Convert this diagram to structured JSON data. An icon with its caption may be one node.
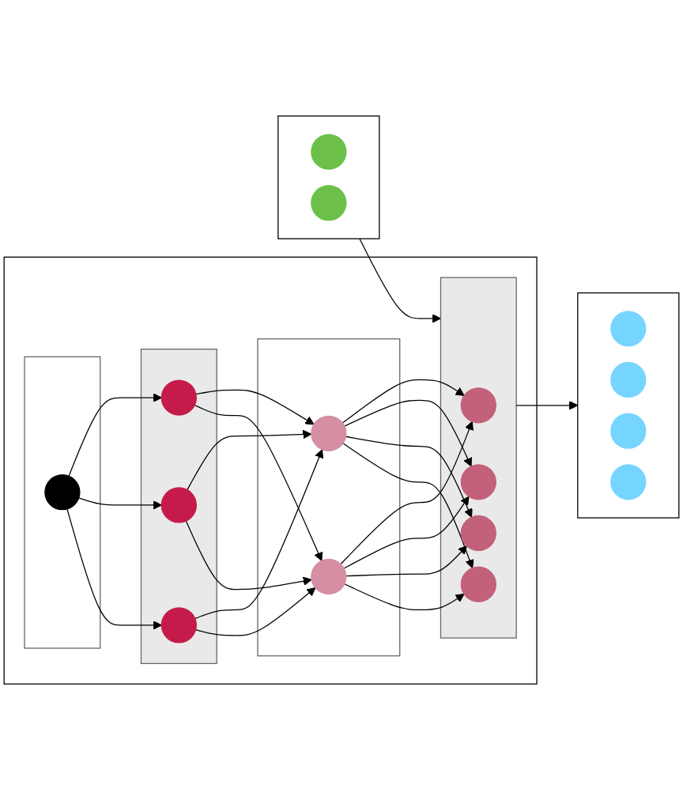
{
  "diagram": {
    "nodes": [
      {
        "text": [],
        "shape": "box"
      },
      {
        "text": [],
        "shape": "box",
        "in": 0
      },
      {
        "text": [],
        "shape": "circle",
        "in": 1
      },
      {
        "text": [],
        "shape": "box",
        "in": 0
      },
      {
        "text": [],
        "shape": "circle",
        "in": 3
      },
      {
        "text": [],
        "shape": "circle",
        "in": 3
      },
      {
        "text": [],
        "shape": "circle",
        "in": 3
      },
      {
        "text": [],
        "shape": "box",
        "in": 0
      },
      {
        "text": [],
        "shape": "circle",
        "in": 7
      },
      {
        "text": [],
        "shape": "circle",
        "in": 7
      },
      {
        "text": [],
        "shape": "box",
        "in": 0
      },
      {
        "text": [],
        "shape": "circle",
        "in": 10
      },
      {
        "text": [],
        "shape": "circle",
        "in": 10
      },
      {
        "text": [],
        "shape": "circle",
        "in": 10
      },
      {
        "text": [],
        "shape": "circle",
        "in": 10
      },
      {
        "text": [],
        "shape": "box"
      },
      {
        "text": [],
        "shape": "circle",
        "in": 15
      },
      {
        "text": [],
        "shape": "circle",
        "in": 15
      },
      {
        "text": [],
        "shape": "circle",
        "in": 15
      },
      {
        "text": [],
        "shape": "circle",
        "in": 15
      },
      {
        "text": [],
        "shape": "box"
      },
      {
        "text": [],
        "shape": "circle",
        "in": 20
      },
      {
        "text": [],
        "shape": "circle",
        "in": 20
      }
    ],
    "edges": [
      {
        "from": 2,
        "to": 4,
        "arrow": "to"
      },
      {
        "from": 2,
        "to": 5,
        "arrow": "to"
      },
      {
        "from": 2,
        "to": 6,
        "arrow": "to"
      },
      {
        "from": 4,
        "to": 8,
        "arrow": "to"
      },
      {
        "from": 4,
        "to": 9,
        "arrow": "to"
      },
      {
        "from": 5,
        "to": 8,
        "arrow": "to"
      },
      {
        "from": 5,
        "to": 9,
        "arrow": "to"
      },
      {
        "from": 6,
        "to": 8,
        "arrow": "to"
      },
      {
        "from": 6,
        "to": 9,
        "arrow": "to"
      },
      {
        "from": 8,
        "to": 11,
        "arrow": "to"
      },
      {
        "from": 8,
        "to": 12,
        "arrow": "to"
      },
      {
        "from": 8,
        "to": 13,
        "arrow": "to"
      },
      {
        "from": 8,
        "to": 14,
        "arrow": "to"
      },
      {
        "from": 9,
        "to": 11,
        "arrow": "to"
      },
      {
        "from": 9,
        "to": 12,
        "arrow": "to"
      },
      {
        "from": 9,
        "to": 13,
        "arrow": "to"
      },
      {
        "from": 9,
        "to": 14,
        "arrow": "to"
      },
      {
        "from": 10,
        "to": 15,
        "arrow": "to"
      },
      {
        "from": 20,
        "to": 10,
        "arrow": "to"
      }
    ]
  }
}
